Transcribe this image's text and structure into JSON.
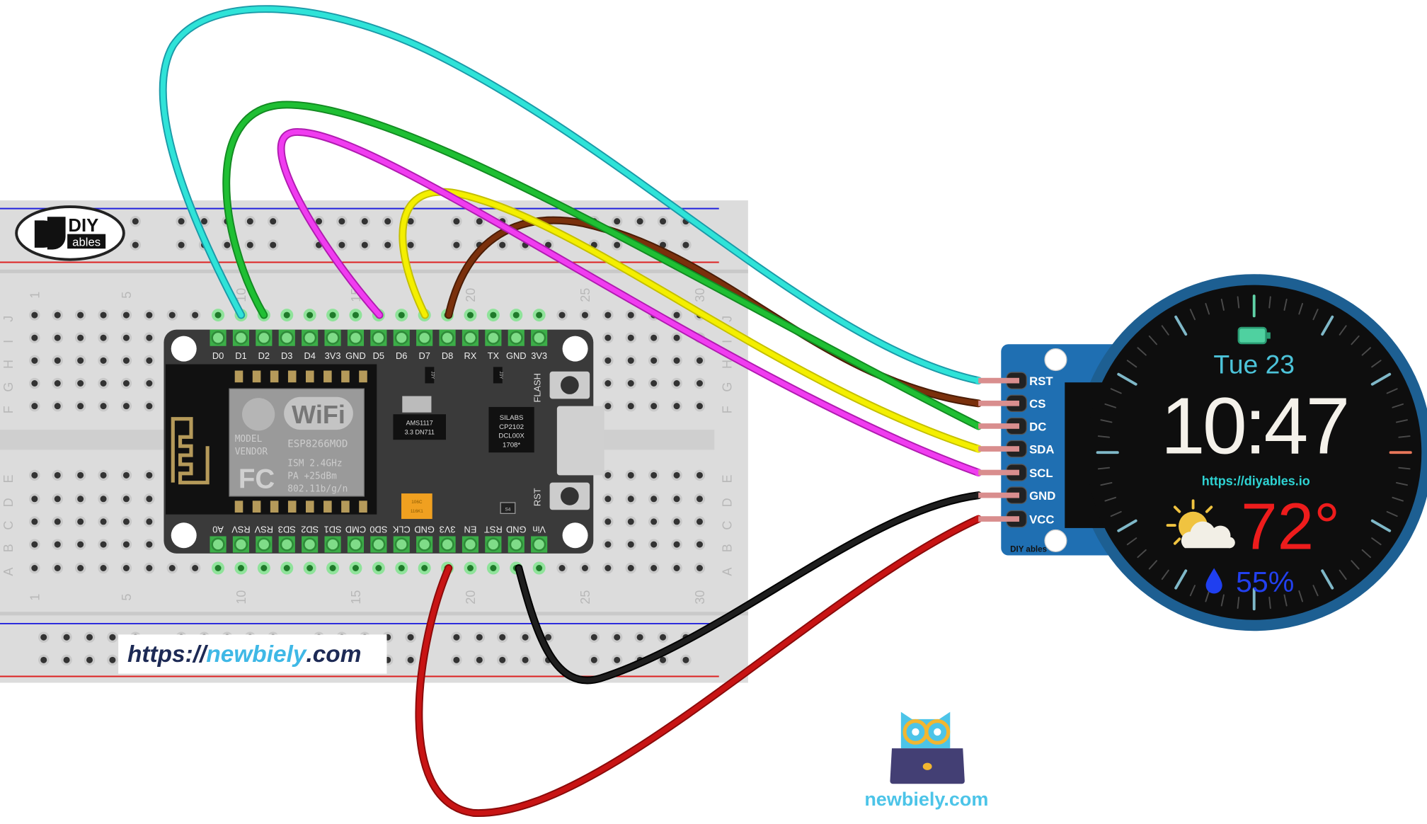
{
  "colors": {
    "wire_cyan": "#2fe3d8",
    "wire_green": "#1fbf33",
    "wire_magenta": "#f03cf0",
    "wire_yellow": "#f4ef00",
    "wire_brown": "#7a300c",
    "wire_black": "#1e1e1e",
    "wire_red": "#c81414",
    "board": "#3a3a3a",
    "display_pcb": "#1f6fb2",
    "pin_green": "#5fd16a"
  },
  "breadboard": {
    "row_letters_top": [
      "J",
      "I",
      "H",
      "G",
      "F"
    ],
    "row_letters_bottom": [
      "E",
      "D",
      "C",
      "B",
      "A"
    ],
    "column_numbers": [
      "1",
      "5",
      "10",
      "15",
      "20",
      "25",
      "30"
    ]
  },
  "logo": {
    "brand_top": "DIY",
    "brand_bottom": "ables"
  },
  "banner": {
    "prefix": "https://",
    "name": "newbiely",
    "suffix": ".com"
  },
  "esp8266": {
    "top_pins": [
      "D0",
      "D1",
      "D2",
      "D3",
      "D4",
      "3V3",
      "GND",
      "D5",
      "D6",
      "D7",
      "D8",
      "RX",
      "TX",
      "GND",
      "3V3"
    ],
    "bottom_pins": [
      "A0",
      "RSV",
      "RSV",
      "SD3",
      "SD2",
      "SD1",
      "CMD",
      "SD0",
      "CLK",
      "GND",
      "3V3",
      "EN",
      "RST",
      "GND",
      "Vin"
    ],
    "module_text": [
      "MODEL",
      "VENDOR",
      "ESP8266MOD",
      "ISM 2.4GHz",
      "PA  +25dBm",
      "802.11b/g/n"
    ],
    "wifi_logo": "WiFi",
    "fc_logo": "FC",
    "regulator": [
      "AMS1117",
      "3.3  DN711"
    ],
    "usb_chip": [
      "SILABS",
      "CP2102",
      "DCL00X",
      "1708*"
    ],
    "flash_label": "FLASH",
    "rst_label": "RST",
    "small_parts": [
      "J3Y",
      "J3Y",
      "106C",
      "116K1",
      "S4"
    ]
  },
  "display": {
    "pins": [
      "RST",
      "CS",
      "DC",
      "SDA",
      "SCL",
      "GND",
      "VCC"
    ],
    "date": "Tue 23",
    "time": "10:47",
    "url": "https://diyables.io",
    "temperature": "72°",
    "humidity": "55%",
    "icons": [
      "battery-full-icon",
      "partly-cloudy-icon",
      "water-drop-icon"
    ],
    "logo": "DIY ables"
  },
  "connections": [
    {
      "from": "D1",
      "to": "RST",
      "color": "cyan"
    },
    {
      "from": "D8",
      "to": "CS",
      "color": "brown"
    },
    {
      "from": "D2",
      "to": "DC",
      "color": "green"
    },
    {
      "from": "D7",
      "to": "SDA",
      "color": "yellow"
    },
    {
      "from": "D5",
      "to": "SCL",
      "color": "magenta"
    },
    {
      "from": "GND",
      "to": "GND",
      "color": "black"
    },
    {
      "from": "3V3",
      "to": "VCC",
      "color": "red"
    }
  ],
  "footer_logo": {
    "text": "newbiely.com"
  }
}
